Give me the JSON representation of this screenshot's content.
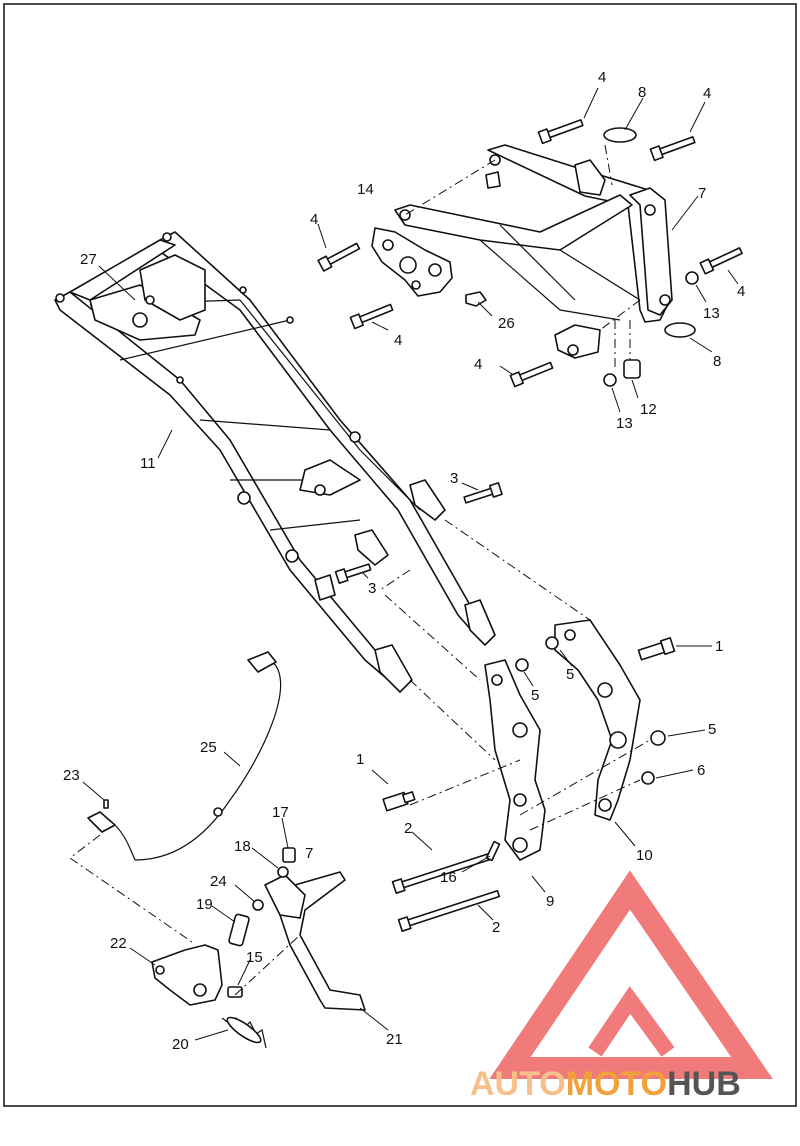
{
  "callouts": [
    {
      "n": "1"
    },
    {
      "n": "1"
    },
    {
      "n": "2"
    },
    {
      "n": "2"
    },
    {
      "n": "3"
    },
    {
      "n": "3"
    },
    {
      "n": "4"
    },
    {
      "n": "4"
    },
    {
      "n": "4"
    },
    {
      "n": "4"
    },
    {
      "n": "4"
    },
    {
      "n": "4"
    },
    {
      "n": "5"
    },
    {
      "n": "5"
    },
    {
      "n": "5"
    },
    {
      "n": "6"
    },
    {
      "n": "7"
    },
    {
      "n": "7"
    },
    {
      "n": "8"
    },
    {
      "n": "8"
    },
    {
      "n": "9"
    },
    {
      "n": "10"
    },
    {
      "n": "11"
    },
    {
      "n": "12"
    },
    {
      "n": "13"
    },
    {
      "n": "13"
    },
    {
      "n": "14"
    },
    {
      "n": "15"
    },
    {
      "n": "16"
    },
    {
      "n": "17"
    },
    {
      "n": "18"
    },
    {
      "n": "19"
    },
    {
      "n": "20"
    },
    {
      "n": "21"
    },
    {
      "n": "22"
    },
    {
      "n": "23"
    },
    {
      "n": "24"
    },
    {
      "n": "25"
    },
    {
      "n": "26"
    },
    {
      "n": "27"
    }
  ],
  "watermark": {
    "part1": "AUTO",
    "part2": "MOTO",
    "part3": "HUB",
    "color_light": "#f7c08a",
    "color_accent": "#f2a03a",
    "color_dark": "#555555",
    "logo_color": "#ef6d6d"
  }
}
